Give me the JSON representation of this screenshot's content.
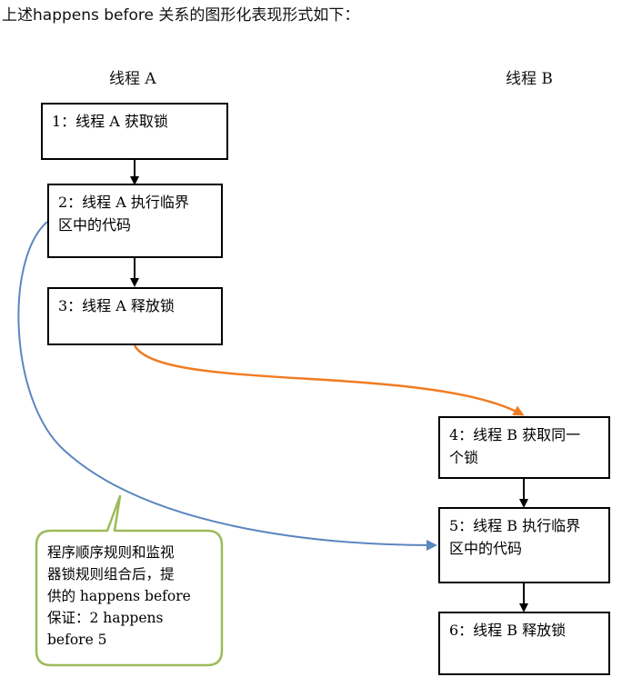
{
  "intro": "上述happens before 关系的图形化表现形式如下：",
  "columns": {
    "thread_a": "线程 A",
    "thread_b": "线程 B"
  },
  "steps": [
    {
      "line1": "1：线程 A 获取锁",
      "line2": ""
    },
    {
      "line1": "2：线程 A 执行临界",
      "line2": "区中的代码"
    },
    {
      "line1": "3：线程 A 释放锁",
      "line2": ""
    },
    {
      "line1": "4：线程 B 获取同一",
      "line2": "个锁"
    },
    {
      "line1": "5：线程 B 执行临界",
      "line2": "区中的代码"
    },
    {
      "line1": "6：线程 B 释放锁",
      "line2": ""
    }
  ],
  "callout": {
    "lines": [
      "程序顺序规则和监视",
      "器锁规则组合后，提",
      "供的 happens before",
      "保证：2 happens",
      "before 5"
    ]
  },
  "colors": {
    "program_order_arrow": "#000000",
    "lock_release_acquire_arrow": "#f07c22",
    "composed_arrow": "#5b86c0",
    "callout_border": "#9bbb59"
  }
}
